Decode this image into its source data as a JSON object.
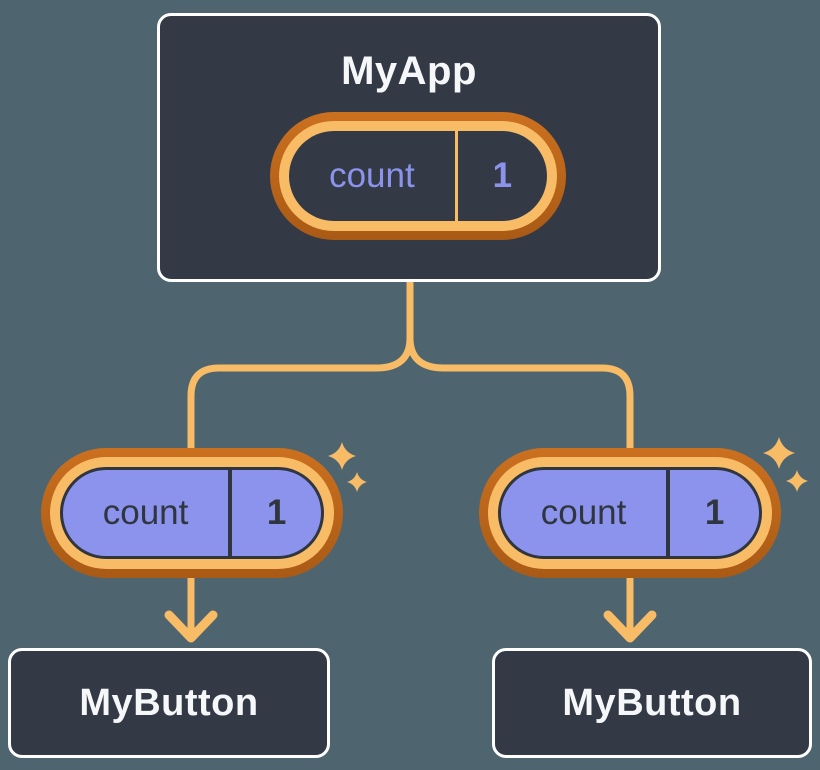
{
  "root_component": {
    "label": "MyApp",
    "state": {
      "name": "count",
      "value": "1"
    }
  },
  "children": [
    {
      "label": "MyButton",
      "prop": {
        "name": "count",
        "value": "1"
      }
    },
    {
      "label": "MyButton",
      "prop": {
        "name": "count",
        "value": "1"
      }
    }
  ],
  "icons": {
    "sparkle": "✦ four-point-star"
  },
  "colors": {
    "background": "#4e6570",
    "component_fill": "#333a46",
    "component_border": "#ffffff",
    "component_text": "#f6f7f9",
    "highlight_ring_outer": "#c2691a",
    "highlight_ring_inner": "#f8bb66",
    "connector": "#f8bb66",
    "state_purple": "#8b93ec",
    "state_text_dark": "#30363f"
  }
}
